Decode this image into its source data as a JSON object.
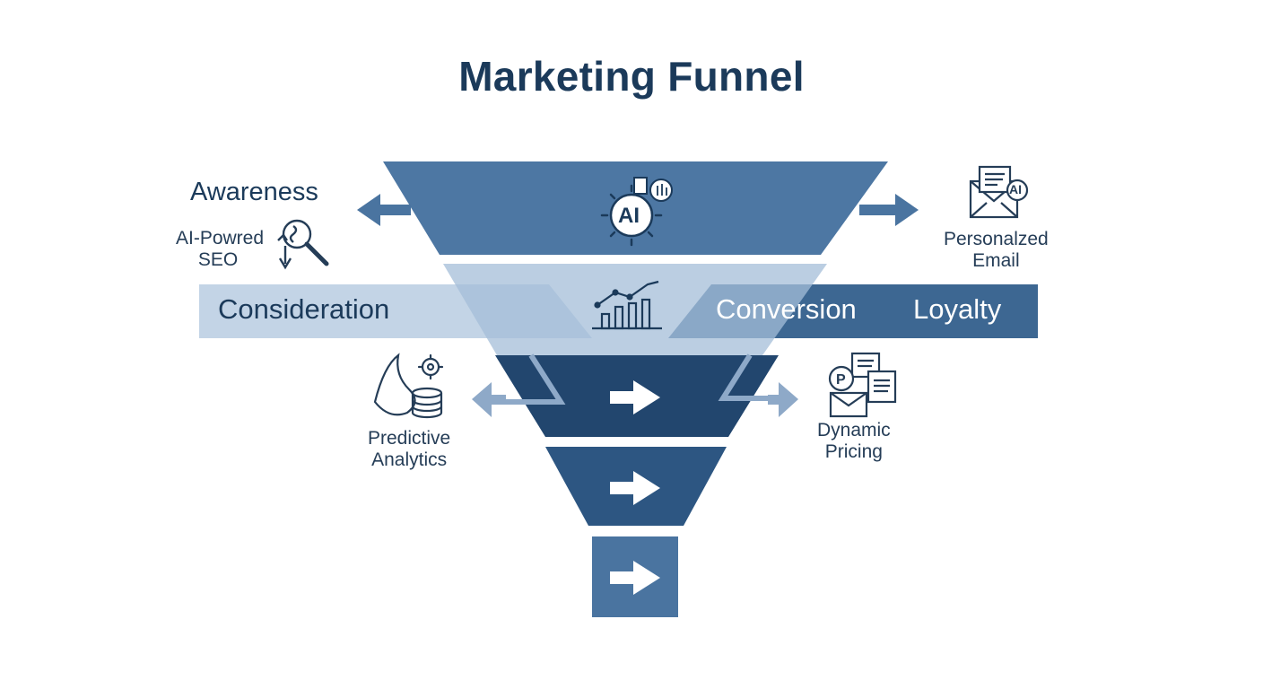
{
  "title": "Marketing Funnel",
  "stages": {
    "awareness": "Awareness",
    "consideration": "Consideration",
    "conversion": "Conversion",
    "loyalty": "Loyalty"
  },
  "tools": {
    "seo": [
      "AI-Powred",
      "SEO"
    ],
    "email": [
      "Personalzed",
      "Email"
    ],
    "analytics": [
      "Predictive",
      "Analytics"
    ],
    "pricing": [
      "Dynamic",
      "Pricing"
    ]
  },
  "icons": {
    "top": "ai-chip-icon",
    "middle": "bar-chart-trend-icon",
    "levels": "arrow-right-icon"
  },
  "ai_badge": "AI",
  "colors": {
    "title": "#1b3a5a",
    "top_band": "#4a74a0",
    "light_band": "#bfd1e4",
    "dark_band": "#23476f",
    "mid_band": "#2f5883",
    "bottom_block": "#4a74a0",
    "side_arrow": "#4a74a0",
    "side_arrow_light": "#8ea9c8"
  }
}
